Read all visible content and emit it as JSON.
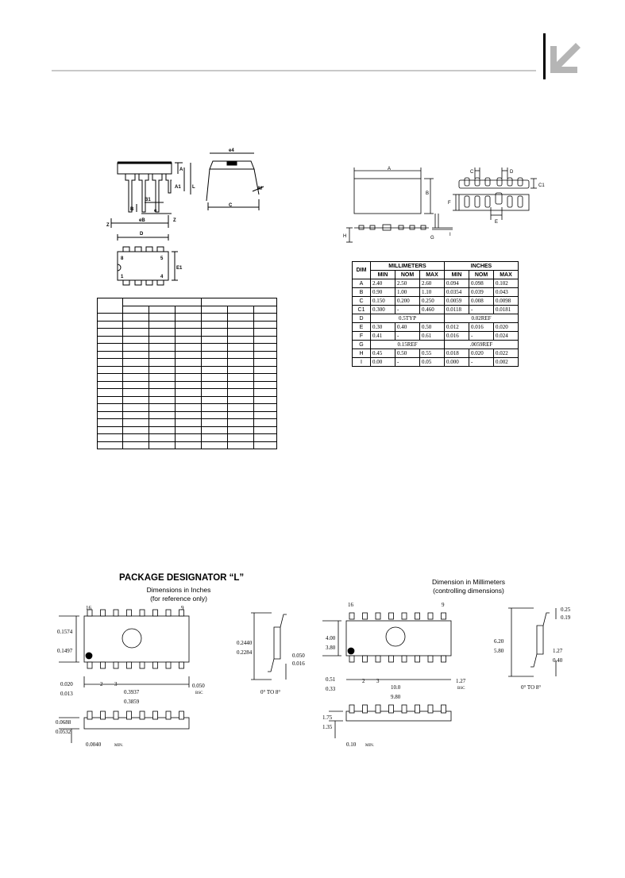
{
  "header": {
    "logo_icon": "arrow-down-left-icon",
    "accent": "#b5b5b5"
  },
  "dip_drawing": {
    "labels": {
      "e4": "e4",
      "A": "A",
      "A1": "A1",
      "L": "L",
      "B": "B",
      "B1": "B1",
      "e": "e",
      "eB": "eB",
      "Z": "Z",
      "D": "D",
      "E": "E",
      "M": "M",
      "C": "C",
      "E1": "E1",
      "pin8": "8",
      "pin5": "5",
      "pin1": "1",
      "pin4": "4"
    }
  },
  "dfn_drawing": {
    "labels": {
      "A": "A",
      "B": "B",
      "C": "C",
      "D": "D",
      "C1": "C1",
      "F": "F",
      "E": "E",
      "H": "H",
      "G": "G",
      "I": "I"
    }
  },
  "dim_table": {
    "dim_header": "DIM",
    "mm_header": "MILLIMETERS",
    "in_header": "INCHES",
    "sub_headers": [
      "MIN",
      "NOM",
      "MAX",
      "MIN",
      "NOM",
      "MAX"
    ],
    "rows": [
      {
        "dim": "A",
        "vals": [
          "2.40",
          "2.50",
          "2.60",
          "0.094",
          "0.098",
          "0.102"
        ]
      },
      {
        "dim": "B",
        "vals": [
          "0.90",
          "1.00",
          "1.10",
          "0.0354",
          "0.039",
          "0.043"
        ]
      },
      {
        "dim": "C",
        "vals": [
          "0.150",
          "0.200",
          "0.250",
          "0.0059",
          "0.008",
          "0.0098"
        ]
      },
      {
        "dim": "C1",
        "vals": [
          "0.300",
          "-",
          "0.460",
          "0.0118",
          "-",
          "0.0181"
        ]
      },
      {
        "dim": "D",
        "mm_span": "0.5TYP",
        "in_span": "0.02REF"
      },
      {
        "dim": "E",
        "vals": [
          "0.30",
          "0.40",
          "0.50",
          "0.012",
          "0.016",
          "0.020"
        ]
      },
      {
        "dim": "F",
        "vals": [
          "0.41",
          "-",
          "0.61",
          "0.016",
          "-",
          "0.024"
        ]
      },
      {
        "dim": "G",
        "mm_span": "0.15REF",
        "in_span": ".0059REF"
      },
      {
        "dim": "H",
        "vals": [
          "0.45",
          "0.50",
          "0.55",
          "0.018",
          "0.020",
          "0.022"
        ]
      },
      {
        "dim": "I",
        "vals": [
          "0.00",
          "-",
          "0.05",
          "0.000",
          "-",
          "0.002"
        ]
      }
    ]
  },
  "package_l": {
    "title": "PACKAGE DESIGNATOR “L”",
    "left_subtitle_1": "Dimensions in Inches",
    "left_subtitle_2": "(for reference only)",
    "right_subtitle_1": "Dimension in Millimeters",
    "right_subtitle_2": "(controlling dimensions)",
    "inch": {
      "pin16": "16",
      "pin9": "9",
      "pin2": "2",
      "pin3": "3",
      "w_max": "0.1574",
      "w_min": "0.1497",
      "lead_max": "0.020",
      "lead_min": "0.013",
      "len_max": "0.3937",
      "len_min": "0.3859",
      "pitch": "0.050",
      "bsc": "BSC",
      "h_max": "0.0688",
      "h_min": "0.0532",
      "standoff": "0.0040",
      "min": "MIN.",
      "tw_max": "0.2440",
      "tw_min": "0.2284",
      "foot_max": "0.050",
      "foot_min": "0.016",
      "angle": "0° TO 8°"
    },
    "mm": {
      "pin16": "16",
      "pin9": "9",
      "pin2": "2",
      "pin3": "3",
      "w_max": "4.00",
      "w_min": "3.80",
      "lead_max": "0.51",
      "lead_min": "0.33",
      "len_max": "10.0",
      "len_min": "9.80",
      "pitch": "1.27",
      "bsc": "BSC",
      "h_max": "1.75",
      "h_min": "1.35",
      "standoff": "0.10",
      "min": "MIN.",
      "tw_max": "6.20",
      "tw_min": "5.80",
      "foot_max": "1.27",
      "foot_min": "0.40",
      "lt_max": "0.25",
      "lt_min": "0.19",
      "angle": "0° TO 8°"
    }
  }
}
